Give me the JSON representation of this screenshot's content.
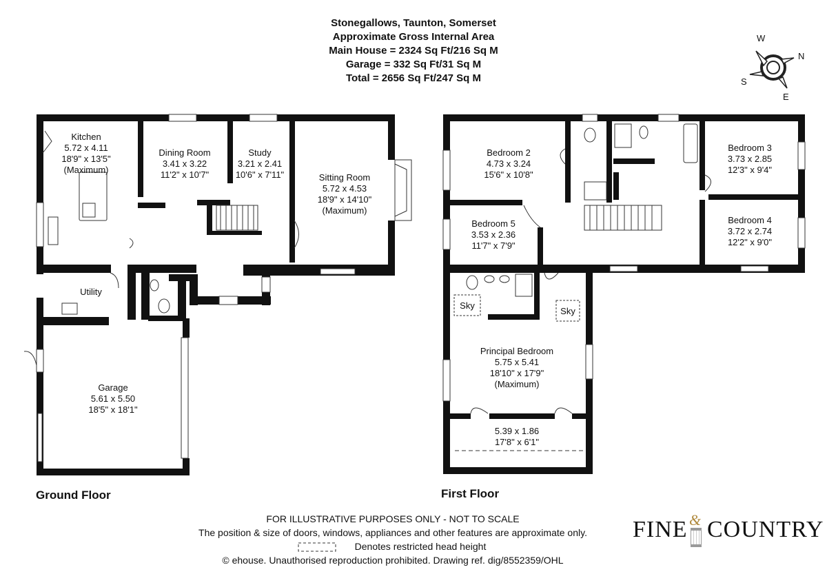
{
  "header": {
    "line1": "Stonegallows, Taunton, Somerset",
    "line2": "Approximate Gross Internal Area",
    "line3": "Main House = 2324 Sq Ft/216 Sq M",
    "line4": "Garage = 332 Sq Ft/31 Sq M",
    "line5": "Total = 2656 Sq Ft/247 Sq M"
  },
  "compass": {
    "w": "W",
    "n": "N",
    "s": "S",
    "e": "E"
  },
  "ground_floor": {
    "title": "Ground Floor",
    "kitchen": {
      "name": "Kitchen",
      "metric": "5.72 x 4.11",
      "imperial": "18'9\" x 13'5\"",
      "note": "(Maximum)"
    },
    "dining": {
      "name": "Dining Room",
      "metric": "3.41 x 3.22",
      "imperial": "11'2\" x 10'7\""
    },
    "study": {
      "name": "Study",
      "metric": "3.21 x 2.41",
      "imperial": "10'6\" x 7'11\""
    },
    "sitting": {
      "name": "Sitting Room",
      "metric": "5.72 x 4.53",
      "imperial": "18'9\" x 14'10\"",
      "note": "(Maximum)"
    },
    "utility": {
      "name": "Utility"
    },
    "garage": {
      "name": "Garage",
      "metric": "5.61 x 5.50",
      "imperial": "18'5\" x 18'1\""
    }
  },
  "first_floor": {
    "title": "First Floor",
    "bedroom2": {
      "name": "Bedroom 2",
      "metric": "4.73 x 3.24",
      "imperial": "15'6\" x 10'8\""
    },
    "bedroom3": {
      "name": "Bedroom 3",
      "metric": "3.73 x 2.85",
      "imperial": "12'3\" x 9'4\""
    },
    "bedroom4": {
      "name": "Bedroom 4",
      "metric": "3.72 x 2.74",
      "imperial": "12'2\" x 9'0\""
    },
    "bedroom5": {
      "name": "Bedroom 5",
      "metric": "3.53 x 2.36",
      "imperial": "11'7\" x 7'9\""
    },
    "principal": {
      "name": "Principal Bedroom",
      "metric": "5.75 x 5.41",
      "imperial": "18'10\" x 17'9\"",
      "note": "(Maximum)"
    },
    "dressing": {
      "metric": "5.39 x 1.86",
      "imperial": "17'8\" x 6'1\""
    },
    "sky1": "Sky",
    "sky2": "Sky"
  },
  "footer": {
    "line1": "FOR ILLUSTRATIVE PURPOSES ONLY - NOT TO SCALE",
    "line2": "The position & size of doors, windows, appliances and other features are approximate only.",
    "line3": "Denotes restricted head height",
    "line4": "© ehouse. Unauthorised reproduction prohibited. Drawing ref. dig/8552359/OHL"
  },
  "logo": {
    "word1": "FINE",
    "amp": "&",
    "word2": "COUNTRY"
  }
}
